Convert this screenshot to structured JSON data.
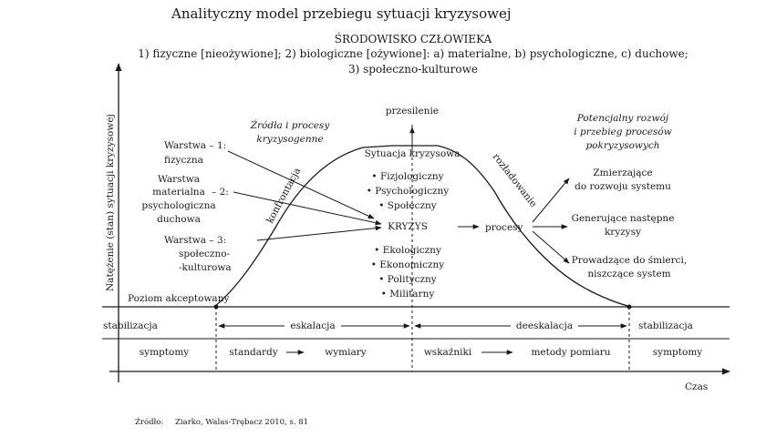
{
  "title": "Analityczny model przebiegu sytuacji kryzysowej",
  "environment": {
    "heading": "ŚRODOWISKO CZŁOWIEKA",
    "line1": "1) fizyczne [nieożywione]; 2) biologiczne [ożywione]: a) materialne, b) psychologiczne, c) duchowe;",
    "line2": "3) społeczno-kulturowe"
  },
  "axes": {
    "y_label": "Natężenie (stan) sytuacji kryzysowej",
    "x_label": "Czas"
  },
  "peak_label": "przesilenie",
  "sources": {
    "line1": "Źródła i procesy",
    "line2": "kryzysogenne"
  },
  "layers": [
    {
      "lines": [
        "Warstwa – 1:",
        "fizyczna"
      ]
    },
    {
      "lines": [
        "Warstwa",
        "materialna",
        "psychologiczna",
        "duchowa"
      ],
      "suffix": "– 2:"
    },
    {
      "lines": [
        "Warstwa – 3:",
        "społeczno-",
        "-kulturowa"
      ]
    }
  ],
  "curve_labels": {
    "rising": "konfrontacja",
    "falling": "rozładowanie"
  },
  "crisis": {
    "heading": "Sytuacja kryzysowa",
    "upper": [
      "• Fizjologiczny",
      "• Psychologiczny",
      "• Społeczny"
    ],
    "center": "KRYZYS",
    "lower": [
      "• Ekologiczny",
      "• Ekonomiczny",
      "• Polityczny",
      "• Militarny"
    ]
  },
  "processes_label": "procesy",
  "potential": {
    "lines": [
      "Potencjalny rozwój",
      "i przebieg procesów",
      "pokryzysowych"
    ]
  },
  "outcomes": [
    {
      "lines": [
        "Zmierzające",
        "do rozwoju systemu"
      ]
    },
    {
      "lines": [
        "Generujące następne",
        "kryzysy"
      ]
    },
    {
      "lines": [
        "Prowadzące do śmierci,",
        "niszczące system"
      ]
    }
  ],
  "acceptable_level": "Poziom akceptowany",
  "phases": {
    "stab_left": "stabilizacja",
    "escalation": "eskalacja",
    "deescalation": "deeskalacja",
    "stab_right": "stabilizacja"
  },
  "measures": [
    "symptomy",
    "standardy",
    "wymiary",
    "wskaźniki",
    "metody pomiaru",
    "symptomy"
  ],
  "source_note": {
    "label": "Źródło:",
    "text": "Ziarko, Walas-Trębacz 2010, s. 81"
  }
}
